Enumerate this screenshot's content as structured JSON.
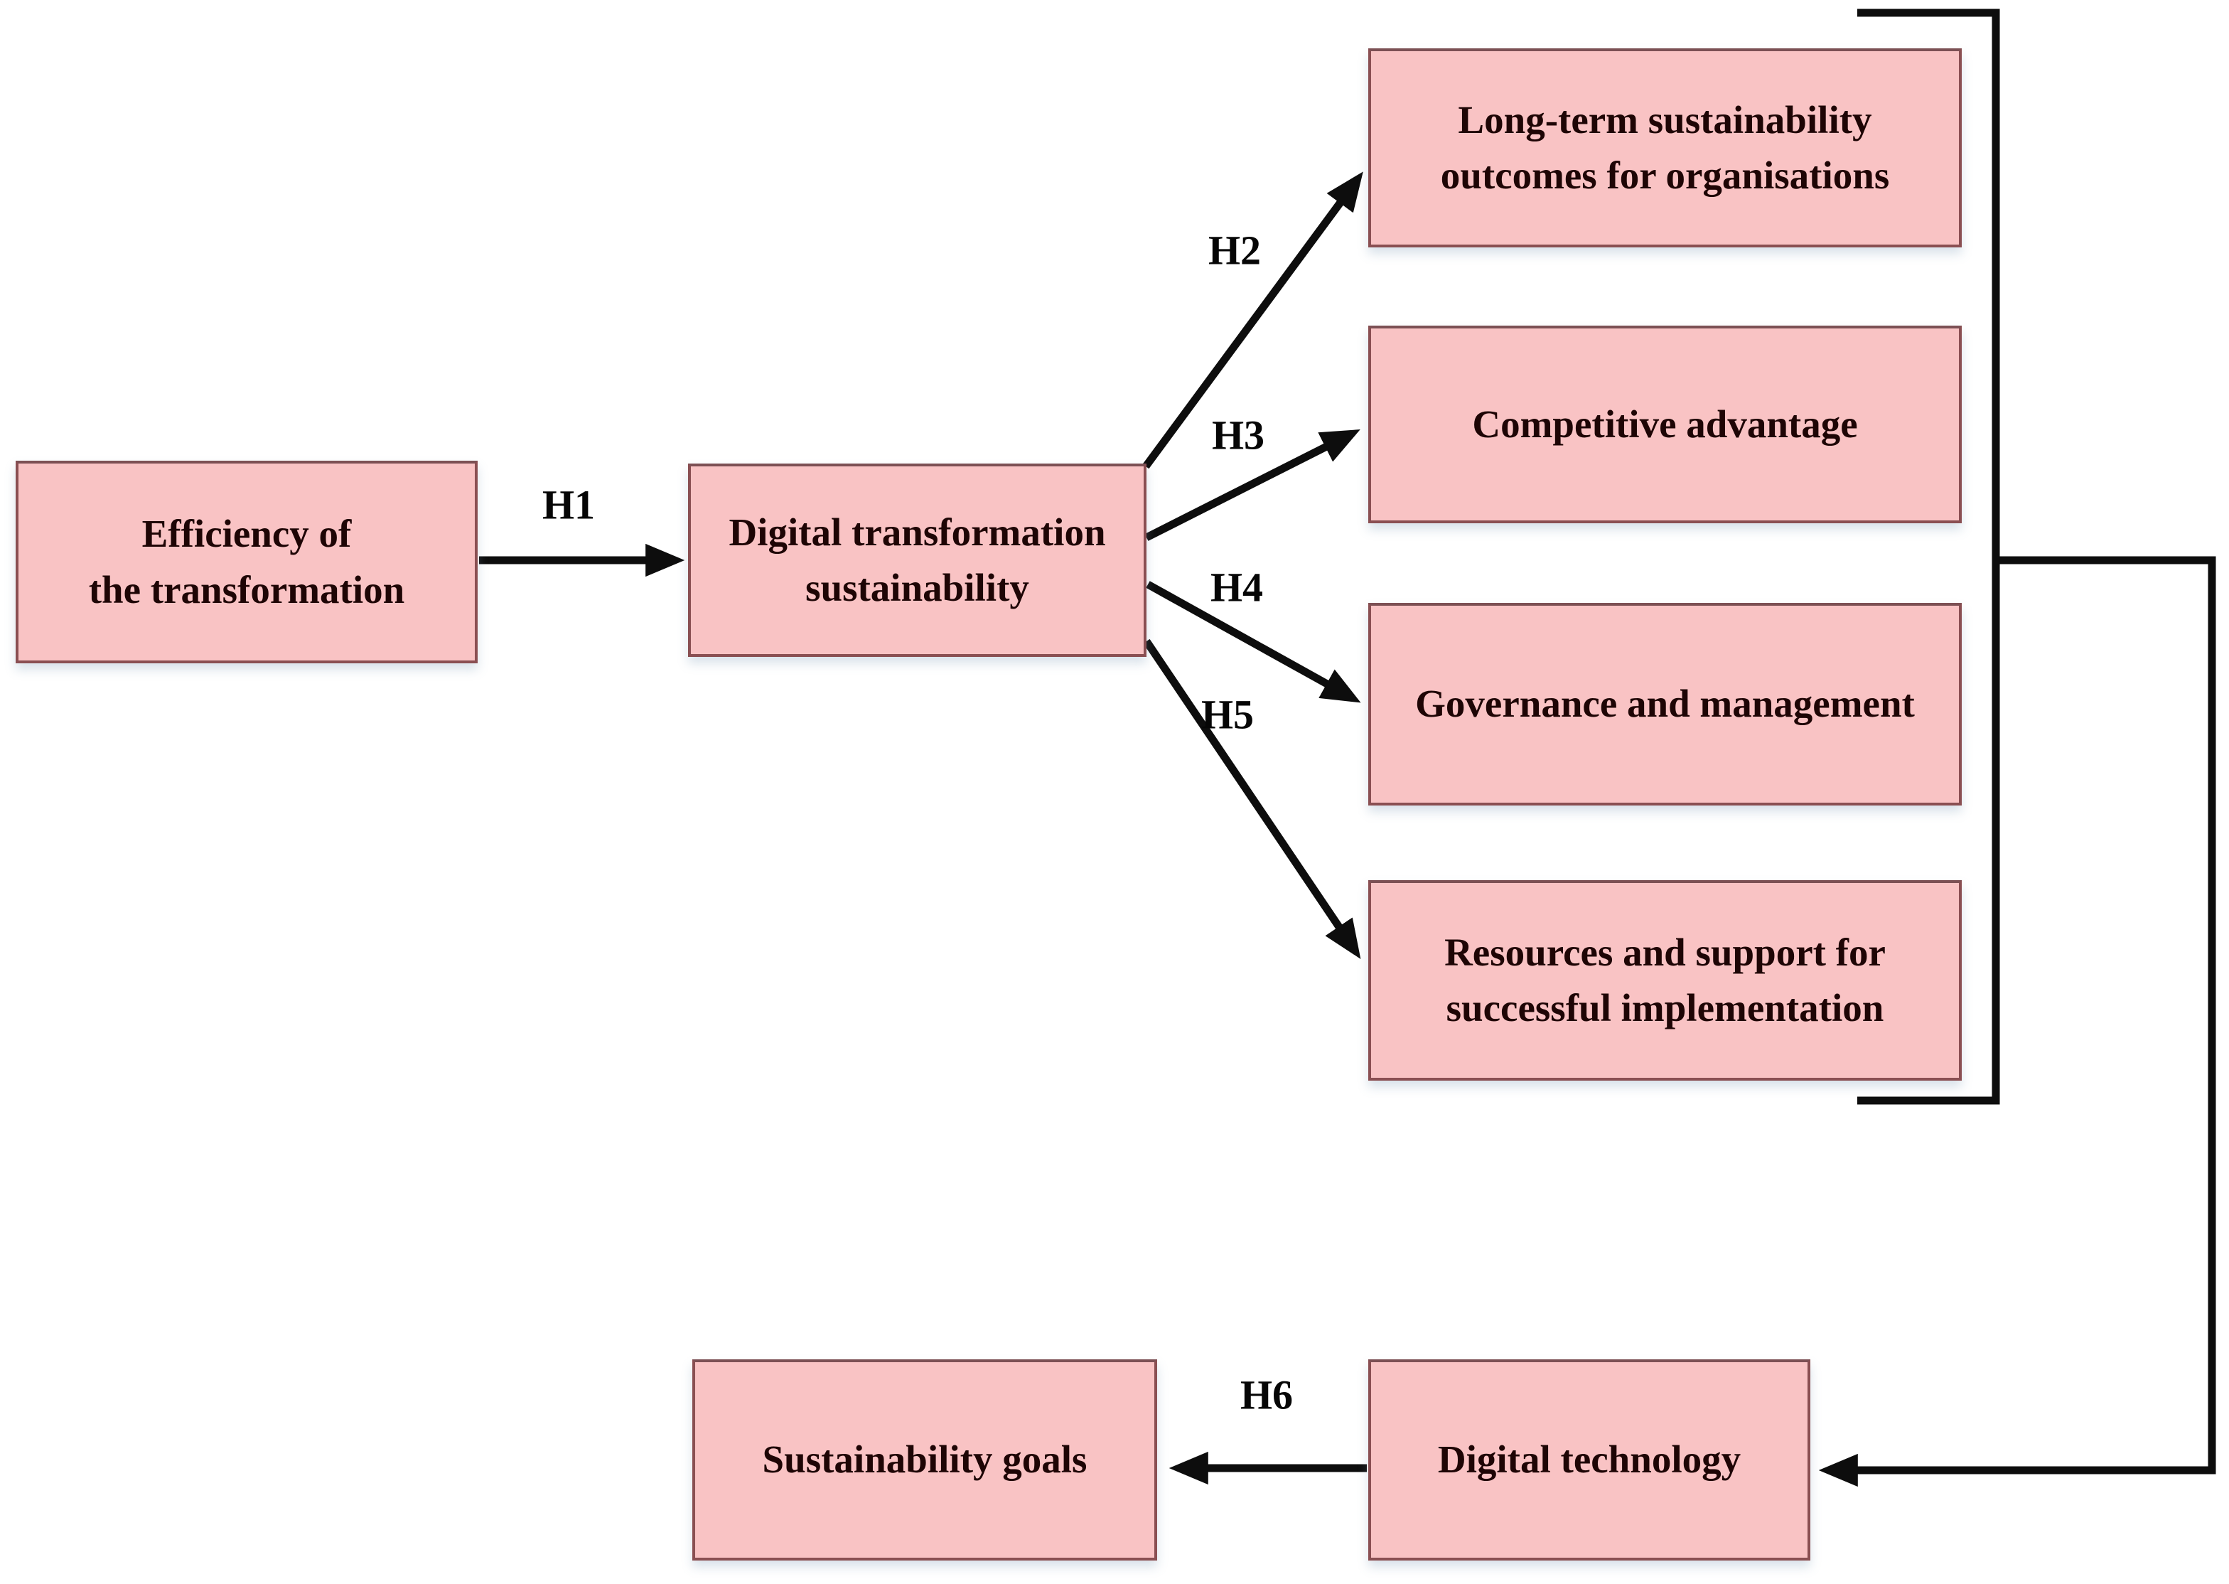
{
  "diagram": {
    "background_color": "#ffffff",
    "box_fill_color": "#f9c3c4",
    "box_border_color": "#8a4f52",
    "box_text_color": "#1e0505",
    "arrow_color": "#0d0d0d",
    "boxes": {
      "efficiency": {
        "label": "Efficiency of\nthe transformation"
      },
      "dts": {
        "label": "Digital transformation\nsustainability"
      },
      "longterm": {
        "label": "Long-term sustainability\noutcomes for organisations"
      },
      "competitive": {
        "label": "Competitive advantage"
      },
      "governance": {
        "label": "Governance and management"
      },
      "resources": {
        "label": "Resources and support for\nsuccessful implementation"
      },
      "goals": {
        "label": "Sustainability goals"
      },
      "digitaltech": {
        "label": "Digital technology"
      }
    },
    "hypotheses": {
      "h1": "H1",
      "h2": "H2",
      "h3": "H3",
      "h4": "H4",
      "h5": "H5",
      "h6": "H6"
    }
  }
}
